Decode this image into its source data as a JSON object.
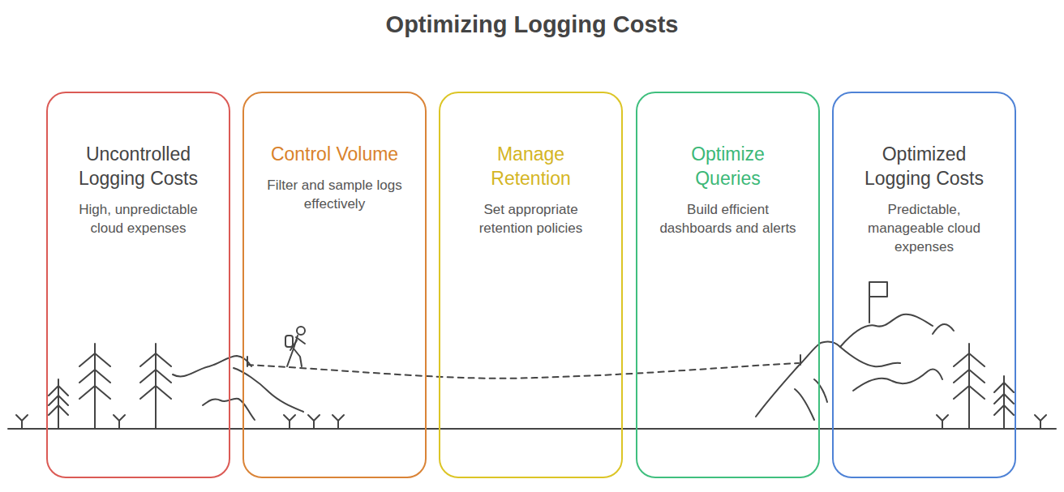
{
  "diagram": {
    "title": "Optimizing Logging Costs",
    "nodes": [
      {
        "text": [
          "Uncontrolled Logging Costs",
          "High, unpredictable cloud expenses"
        ]
      },
      {
        "text": [
          "Control Volume",
          "Filter and sample logs effectively"
        ]
      },
      {
        "text": [
          "Manage Retention",
          "Set appropriate retention policies"
        ]
      },
      {
        "text": [
          "Optimize Queries",
          "Build efficient dashboards and alerts"
        ]
      },
      {
        "text": [
          "Optimized Logging Costs",
          "Predictable, manageable cloud expenses"
        ]
      }
    ]
  }
}
